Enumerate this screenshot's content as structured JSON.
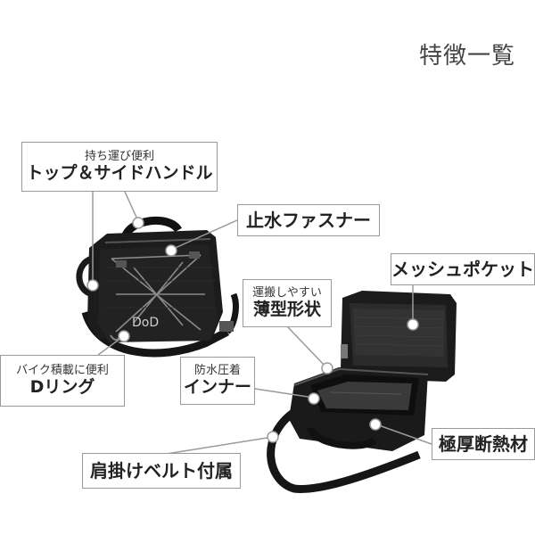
{
  "heading": "特徴一覧",
  "callouts": {
    "handle": {
      "sub": "持ち運び便利",
      "main": "トップ＆サイドハンドル"
    },
    "zipper": {
      "main": "止水ファスナー"
    },
    "mesh_pocket": {
      "main": "メッシュポケット"
    },
    "thin_shape": {
      "sub": "運搬しやすい",
      "main": "薄型形状"
    },
    "d_ring": {
      "sub": "バイク積載に便利",
      "main": "Dリング"
    },
    "inner": {
      "sub": "防水圧着",
      "main": "インナー"
    },
    "insulation": {
      "main": "極厚断熱材"
    },
    "shoulder_belt": {
      "main": "肩掛けベルト付属"
    }
  },
  "bag_logo": "DoD"
}
